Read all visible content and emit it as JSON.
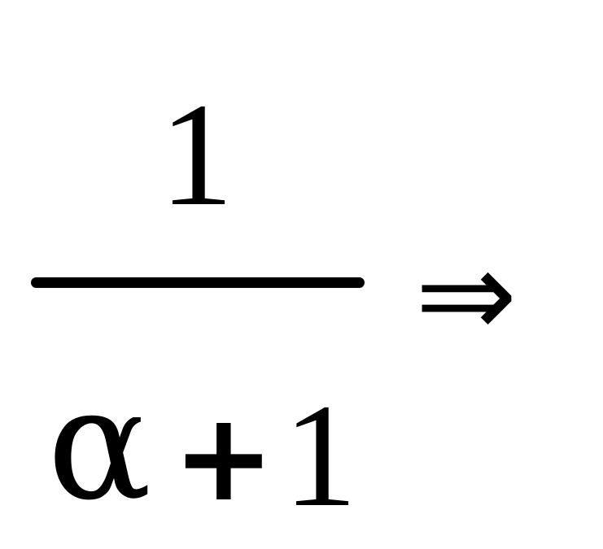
{
  "expression": {
    "numerator": "1",
    "denominator": {
      "variable": "α",
      "operator": "+",
      "constant": "1"
    },
    "implication": "⇒"
  },
  "colors": {
    "text": "#000000",
    "background": "#ffffff"
  }
}
